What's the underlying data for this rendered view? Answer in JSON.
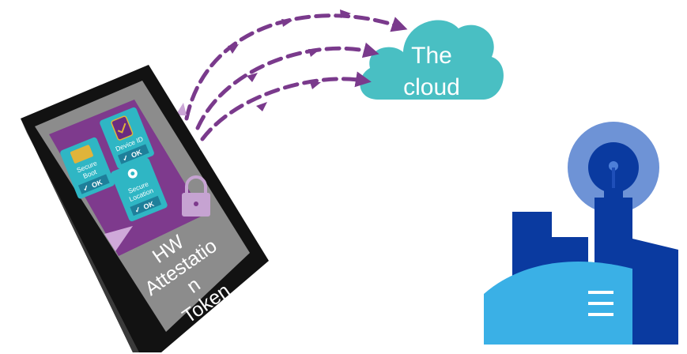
{
  "cloud": {
    "line1": "The",
    "line2": "cloud",
    "color": "#49BFC3"
  },
  "phone": {
    "screen_color": "#7E3A8D",
    "tiles": {
      "secure_boot": {
        "line1": "Secure",
        "line2": "Boot",
        "status": "OK",
        "icon": "chip-icon"
      },
      "device_id": {
        "line1": "Device ID",
        "status": "OK",
        "icon": "device-check-icon"
      },
      "secure_location": {
        "line1": "Secure",
        "line2": "Location",
        "status": "OK",
        "icon": "location-pin-icon"
      }
    },
    "lock_icon": "padlock-icon",
    "token": {
      "line1": "HW",
      "line2": "Attestatio",
      "line3": "n",
      "line4": "Token"
    }
  },
  "arrows": {
    "color": "#7A3A8C",
    "count": 3
  },
  "city": {
    "dark_blue": "#0A3AA0",
    "mid_blue": "#1F58C8",
    "light_blue": "#3AB0E6",
    "signal_color": "#6E93D6"
  }
}
